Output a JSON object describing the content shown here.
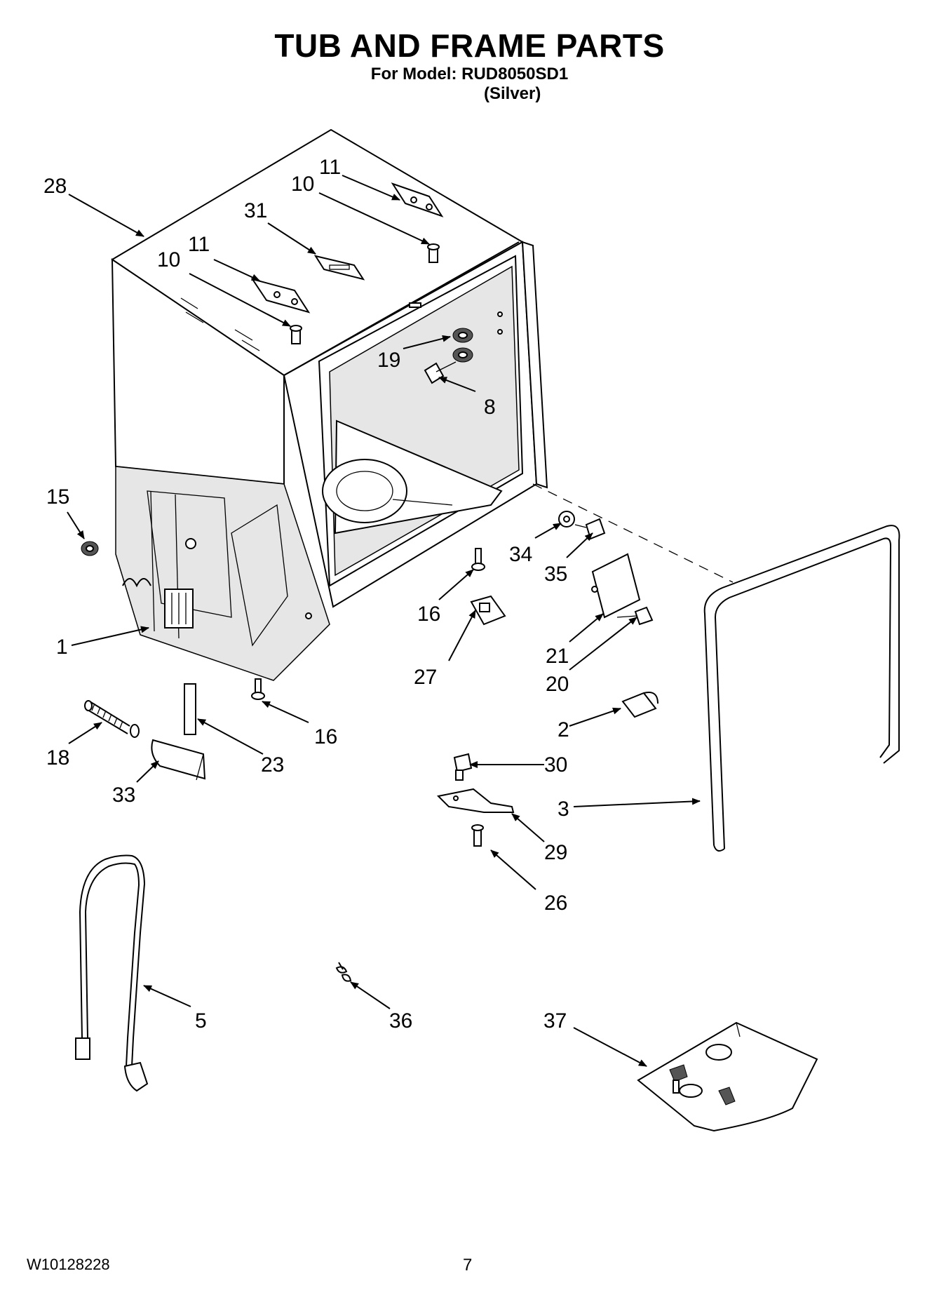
{
  "header": {
    "title": "TUB AND FRAME PARTS",
    "model_line": "For Model: RUD8050SD1",
    "color_line": "(Silver)"
  },
  "footer": {
    "doc_number": "W10128228",
    "page_number": "7"
  },
  "callouts": {
    "c28": "28",
    "c11a": "11",
    "c10a": "10",
    "c31": "31",
    "c11b": "11",
    "c10b": "10",
    "c19": "19",
    "c8": "8",
    "c15": "15",
    "c34": "34",
    "c35": "35",
    "c16a": "16",
    "c21": "21",
    "c1": "1",
    "c27": "27",
    "c20": "20",
    "c16b": "16",
    "c2": "2",
    "c18": "18",
    "c23": "23",
    "c30": "30",
    "c33": "33",
    "c3": "3",
    "c29": "29",
    "c26": "26",
    "c5": "5",
    "c36": "36",
    "c37": "37"
  }
}
